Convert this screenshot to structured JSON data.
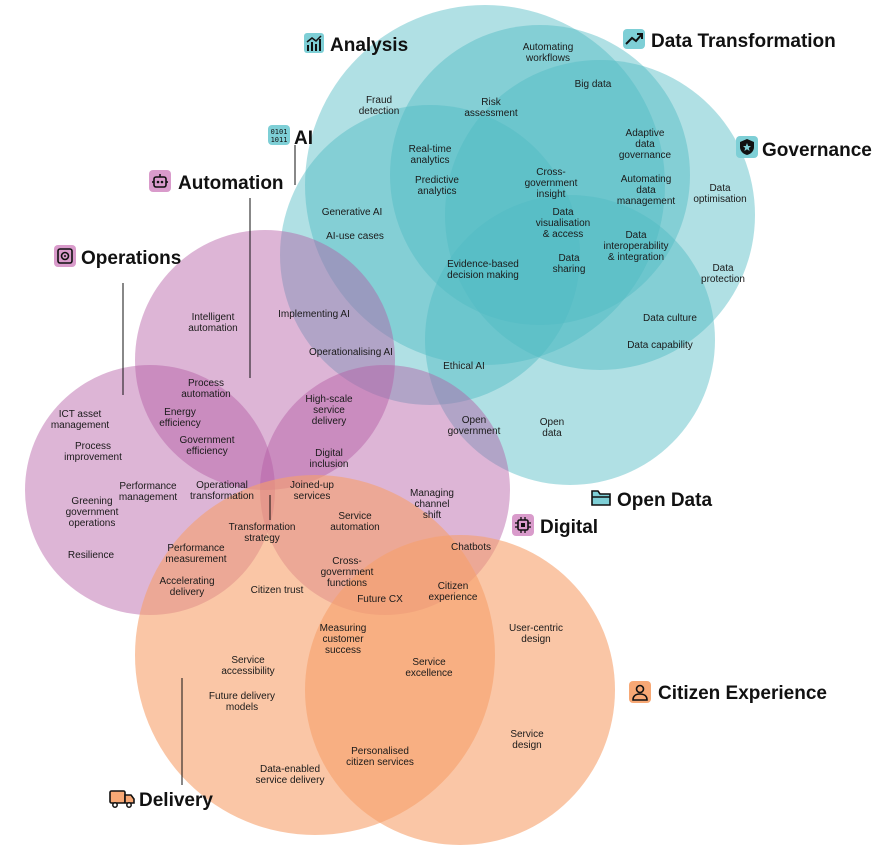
{
  "colors": {
    "teal": "#7ecfd6",
    "teal_dark": "#23a9b0",
    "purple": "#c87ab9",
    "orange": "#f7a875",
    "icon_teal": "#7ecfd6",
    "icon_purple": "#c87ab9",
    "icon_orange": "#f7a875"
  },
  "categories": [
    {
      "key": "analysis",
      "label": "Analysis",
      "icon": "chart-bars-icon"
    },
    {
      "key": "data_transformation",
      "label": "Data Transformation",
      "icon": "trend-up-icon"
    },
    {
      "key": "ai",
      "label": "AI",
      "icon": "binary-icon"
    },
    {
      "key": "governance",
      "label": "Governance",
      "icon": "shield-icon"
    },
    {
      "key": "automation",
      "label": "Automation",
      "icon": "robot-icon"
    },
    {
      "key": "operations",
      "label": "Operations",
      "icon": "gear-icon"
    },
    {
      "key": "open_data",
      "label": "Open Data",
      "icon": "folder-icon"
    },
    {
      "key": "digital",
      "label": "Digital",
      "icon": "chip-icon"
    },
    {
      "key": "citizen_experience",
      "label": "Citizen Experience",
      "icon": "person-icon"
    },
    {
      "key": "delivery",
      "label": "Delivery",
      "icon": "truck-icon"
    }
  ],
  "labels": [
    [
      "Automating",
      "workflows"
    ],
    [
      "Big data"
    ],
    [
      "Fraud",
      "detection"
    ],
    [
      "Risk",
      "assessment"
    ],
    [
      "Adaptive",
      "data",
      "governance"
    ],
    [
      "Real-time",
      "analytics"
    ],
    [
      "Predictive",
      "analytics"
    ],
    [
      "Cross-",
      "government",
      "insight"
    ],
    [
      "Automating",
      "data",
      "management"
    ],
    [
      "Data",
      "optimisation"
    ],
    [
      "Generative AI"
    ],
    [
      "Data",
      "visualisation",
      "& access"
    ],
    [
      "AI-use cases"
    ],
    [
      "Data",
      "interoperability",
      "& integration"
    ],
    [
      "Evidence-based",
      "decision making"
    ],
    [
      "Data",
      "sharing"
    ],
    [
      "Data",
      "protection"
    ],
    [
      "Implementing AI"
    ],
    [
      "Data culture"
    ],
    [
      "Intelligent",
      "automation"
    ],
    [
      "Data capability"
    ],
    [
      "Operationalising AI"
    ],
    [
      "Ethical AI"
    ],
    [
      "Process",
      "automation"
    ],
    [
      "High-scale",
      "service",
      "delivery"
    ],
    [
      "ICT asset",
      "management"
    ],
    [
      "Energy",
      "efficiency"
    ],
    [
      "Open",
      "government"
    ],
    [
      "Open",
      "data"
    ],
    [
      "Government",
      "efficiency"
    ],
    [
      "Process",
      "improvement"
    ],
    [
      "Digital",
      "inclusion"
    ],
    [
      "Operational",
      "transformation"
    ],
    [
      "Joined-up",
      "services"
    ],
    [
      "Performance",
      "management"
    ],
    [
      "Managing",
      "channel",
      "shift"
    ],
    [
      "Greening",
      "government",
      "operations"
    ],
    [
      "Service",
      "automation"
    ],
    [
      "Transformation",
      "strategy"
    ],
    [
      "Chatbots"
    ],
    [
      "Performance",
      "measurement"
    ],
    [
      "Resilience"
    ],
    [
      "Cross-",
      "government",
      "functions"
    ],
    [
      "Accelerating",
      "delivery"
    ],
    [
      "Citizen trust"
    ],
    [
      "Citizen",
      "experience"
    ],
    [
      "Future CX"
    ],
    [
      "Measuring",
      "customer",
      "success"
    ],
    [
      "User-centric",
      "design"
    ],
    [
      "Service",
      "accessibility"
    ],
    [
      "Service",
      "excellence"
    ],
    [
      "Future delivery",
      "models"
    ],
    [
      "Service",
      "design"
    ],
    [
      "Personalised",
      "citizen services"
    ],
    [
      "Data-enabled",
      "service delivery"
    ]
  ]
}
